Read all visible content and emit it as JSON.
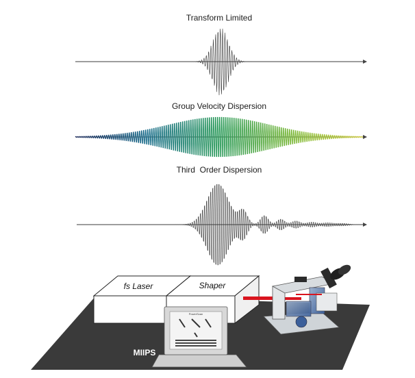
{
  "pulses": [
    {
      "title": "Transform Limited"
    },
    {
      "title": "Group Velocity Dispersion"
    },
    {
      "title": "Third  Order Dispersion"
    }
  ],
  "setup": {
    "laser_label": "fs Laser",
    "shaper_label": "Shaper",
    "software_label": "MIIPS",
    "screen_header": "PowerScan"
  },
  "colors": {
    "waveform": "#333333",
    "axis": "#444444",
    "gvd_gradient": [
      "#1a2a5e",
      "#1b6e8c",
      "#2a9a5a",
      "#7ab83a",
      "#d8d23a"
    ],
    "beam": "#d9141e",
    "table": "#3a3a3a"
  }
}
